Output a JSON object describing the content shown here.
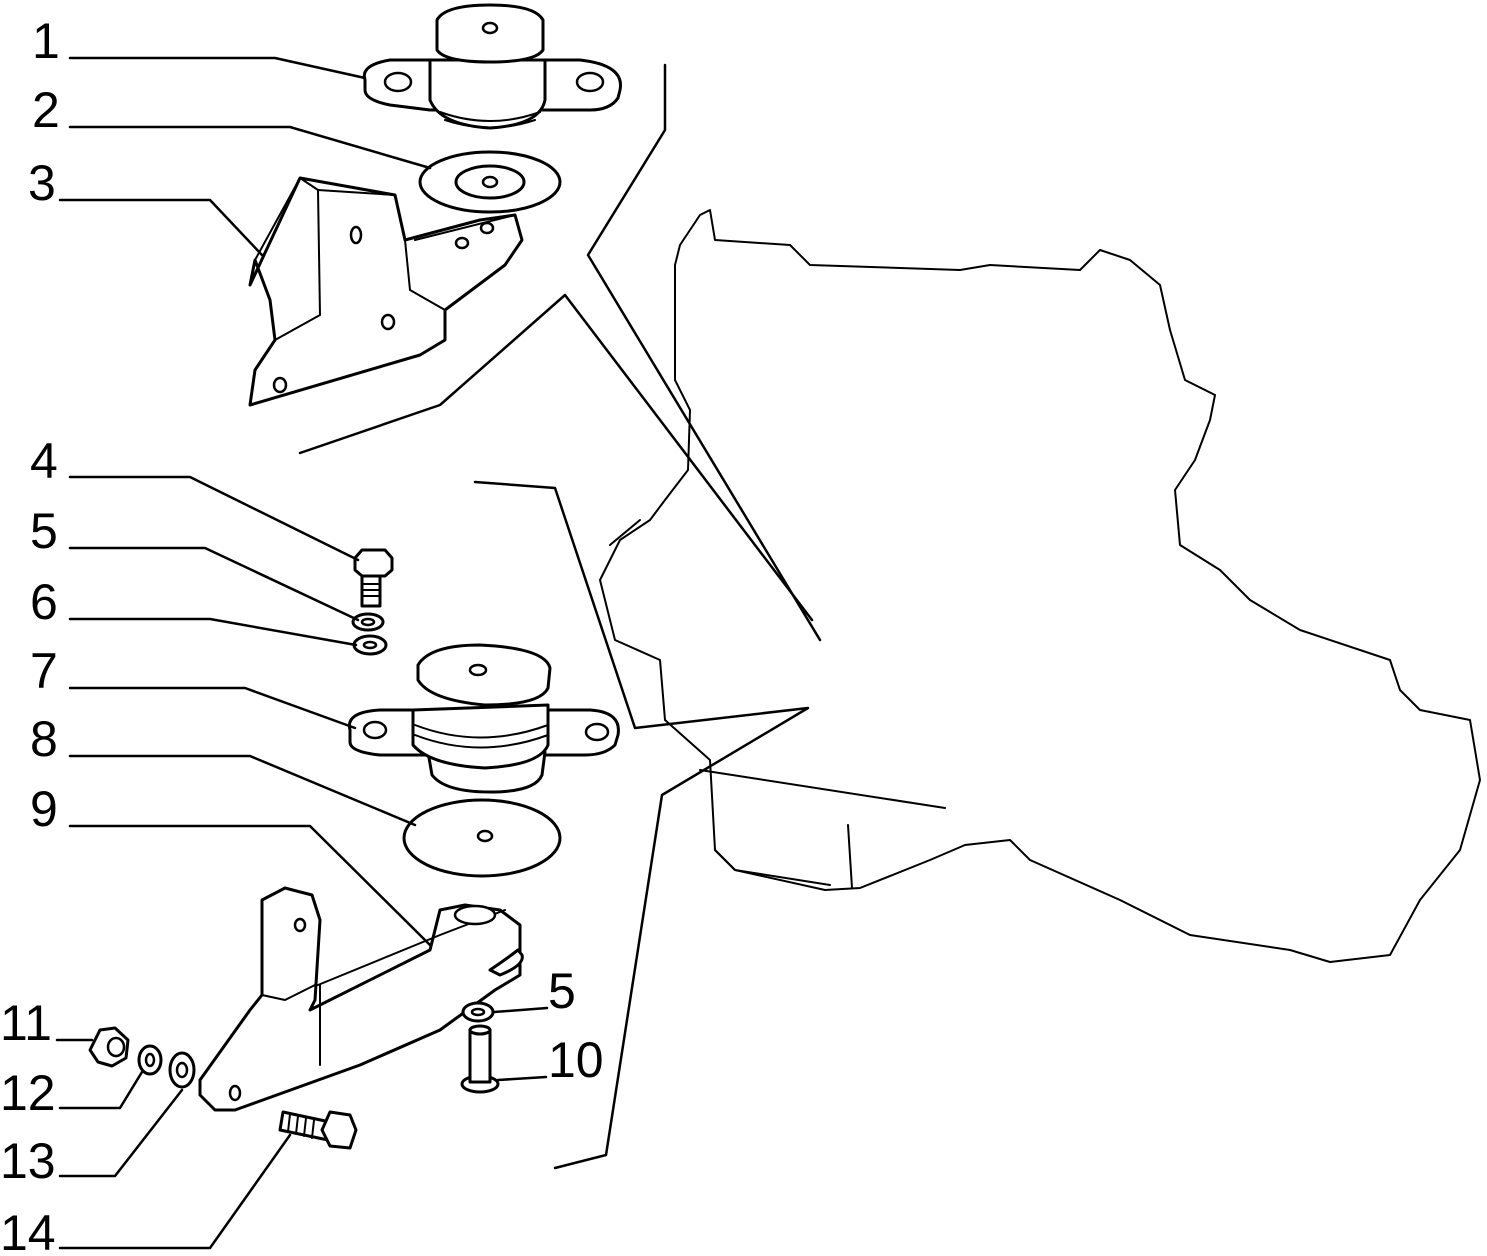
{
  "callouts": [
    {
      "id": "1",
      "label": "1",
      "part": "upper-engine-mount"
    },
    {
      "id": "2",
      "label": "2",
      "part": "upper-mount-washer"
    },
    {
      "id": "3",
      "label": "3",
      "part": "upper-mount-bracket"
    },
    {
      "id": "4",
      "label": "4",
      "part": "hex-bolt"
    },
    {
      "id": "5a",
      "label": "5",
      "part": "spring-washer"
    },
    {
      "id": "6",
      "label": "6",
      "part": "flat-washer"
    },
    {
      "id": "7",
      "label": "7",
      "part": "lower-engine-mount"
    },
    {
      "id": "8",
      "label": "8",
      "part": "lower-mount-washer"
    },
    {
      "id": "9",
      "label": "9",
      "part": "lower-mount-bracket"
    },
    {
      "id": "5b",
      "label": "5",
      "part": "spring-washer"
    },
    {
      "id": "10",
      "label": "10",
      "part": "stud-bolt"
    },
    {
      "id": "11",
      "label": "11",
      "part": "hex-nut"
    },
    {
      "id": "12",
      "label": "12",
      "part": "lock-washer"
    },
    {
      "id": "13",
      "label": "13",
      "part": "flat-washer"
    },
    {
      "id": "14",
      "label": "14",
      "part": "hex-bolt"
    }
  ]
}
